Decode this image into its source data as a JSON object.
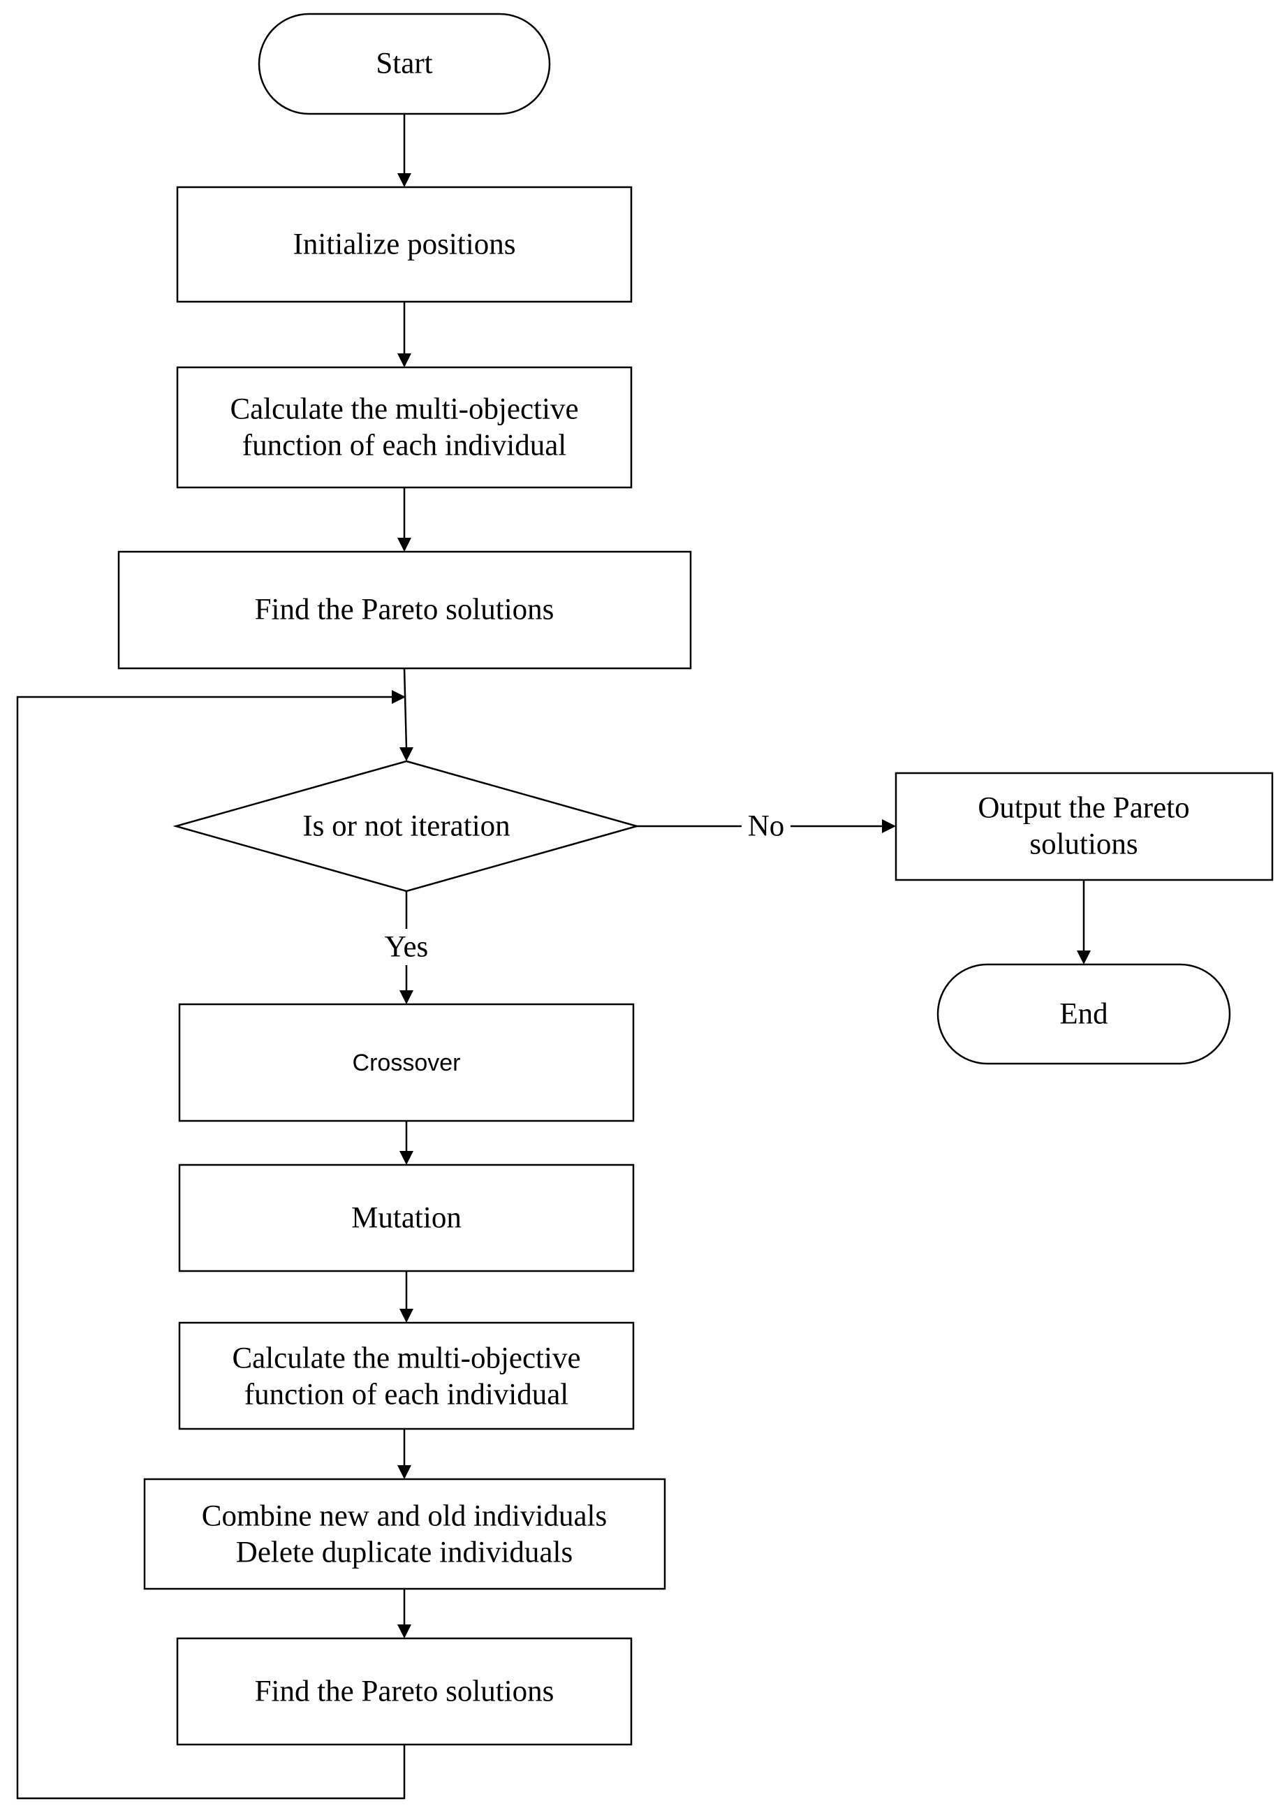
{
  "nodes": {
    "start": {
      "text": "Start"
    },
    "initialize": {
      "text": "Initialize positions"
    },
    "calculate_1": {
      "line1": "Calculate the multi-objective",
      "line2": "function of each individual"
    },
    "find_pareto_1": {
      "text": "Find the Pareto solutions"
    },
    "decision": {
      "text": "Is or not iteration"
    },
    "output": {
      "line1": "Output the Pareto",
      "line2": "solutions"
    },
    "end": {
      "text": "End"
    },
    "crossover": {
      "text": "Crossover"
    },
    "mutation": {
      "text": "Mutation"
    },
    "calculate_2": {
      "line1": "Calculate the multi-objective",
      "line2": "function of each individual"
    },
    "combine": {
      "line1": "Combine new and old individuals",
      "line2": "Delete duplicate individuals"
    },
    "find_pareto_2": {
      "text": "Find the Pareto solutions"
    }
  },
  "edge_labels": {
    "no": "No",
    "yes": "Yes"
  },
  "colors": {
    "stroke": "#000000",
    "fill": "#ffffff",
    "text": "#000000"
  }
}
